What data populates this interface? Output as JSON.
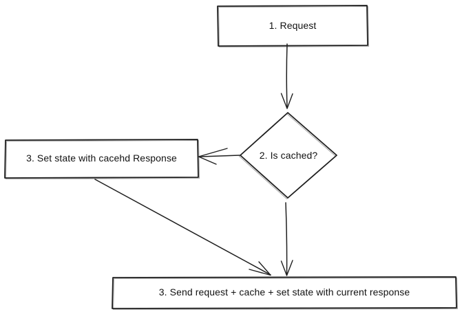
{
  "diagram": {
    "type": "flowchart",
    "colors": {
      "background": "#ffffff",
      "stroke": "#1f1f1f",
      "text": "#111111",
      "shape_fill": "#ffffff"
    },
    "nodes": [
      {
        "id": "request",
        "shape": "rectangle",
        "label": "1. Request"
      },
      {
        "id": "is-cached",
        "shape": "diamond",
        "label": "2. Is cached?"
      },
      {
        "id": "set-state-cached",
        "shape": "rectangle",
        "label": "3. Set state with cacehd Response"
      },
      {
        "id": "send-request",
        "shape": "rectangle",
        "label": "3. Send request + cache + set state with current response"
      }
    ],
    "edges": [
      {
        "id": "request-to-is-cached",
        "from": "request",
        "to": "is-cached",
        "style": "arrow"
      },
      {
        "id": "is-cached-to-set-state-cached",
        "from": "is-cached",
        "to": "set-state-cached",
        "style": "arrow"
      },
      {
        "id": "is-cached-to-send-request",
        "from": "is-cached",
        "to": "send-request",
        "style": "arrow"
      },
      {
        "id": "set-state-to-send-request",
        "from": "set-state-cached",
        "to": "send-request",
        "style": "arrow"
      }
    ]
  }
}
